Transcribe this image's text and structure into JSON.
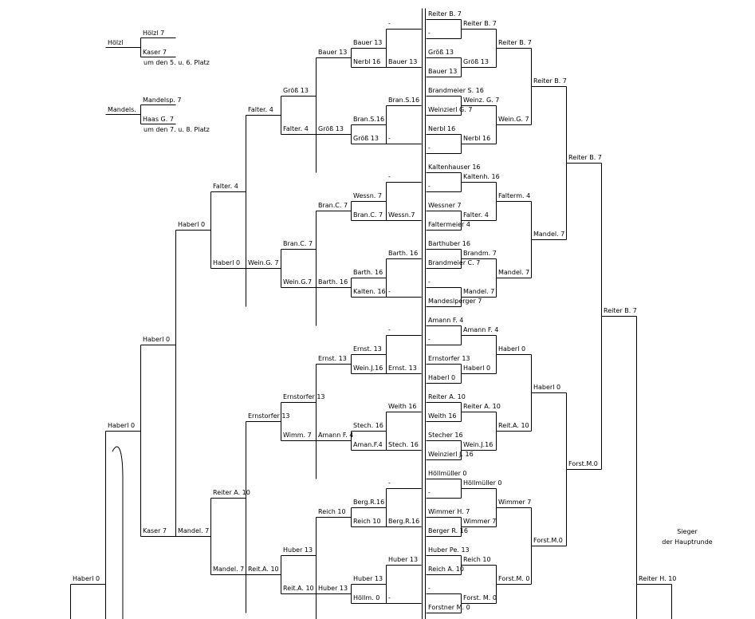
{
  "placement": {
    "p56_group": "Hölzl",
    "p56_a": "Hölzl 7",
    "p56_b": "Kaser 7",
    "p56_caption": "um den 5. u. 6. Platz",
    "p78_group": "Mandels.",
    "p78_a": "Mandelsp. 7",
    "p78_b": "Haas G. 7",
    "p78_caption": "um den 7. u. 8. Platz"
  },
  "left": {
    "r5_1": "-",
    "r5_2": "Bran.S.16",
    "r5_3": "-",
    "r5_4": "Barth. 16",
    "r5_5": "-",
    "r5_6": "Weith 16",
    "r5_7": "-",
    "r5_8": "Huber 13",
    "r4_1": "Bauer 13",
    "r4_2": "Nerbl 16",
    "r4_3": "Bran.S.16",
    "r4_4": "Größ 13",
    "r4_5": "Wessn. 7",
    "r4_6": "Bran.C. 7",
    "r4_7": "Barth. 16",
    "r4_8": "Kalten. 16",
    "r4_9": "Ernst. 13",
    "r4_10": "Wein.J.16",
    "r4_11": "Stech. 16",
    "r4_12": "Aman.F.4",
    "r4_13": "Berg.R.16",
    "r4_14": "Reich 10",
    "r4_15": "Huber 13",
    "r4_16": "Höllm. 0",
    "r4b_1": "Bauer 13",
    "r4b_2": "-",
    "r4b_3": "Wessn.7",
    "r4b_4": "-",
    "r4b_5": "Ernst. 13",
    "r4b_6": "Stech. 16",
    "r4b_7": "Berg.R.16",
    "r4b_8": "-",
    "r3_1": "Bauer 13",
    "r3_2": "Größ 13",
    "r3_3": "Bran.C. 7",
    "r3_4": "Barth. 16",
    "r3_5": "Ernst. 13",
    "r3_6": "Amann F. 4",
    "r3_7": "Reich 10",
    "r3_8": "Huber 13",
    "r2_1": "Größ 13",
    "r2_2": "Falter. 4",
    "r2_3": "Bran.C. 7",
    "r2_4": "Wein.G.7",
    "r2_5": "Ernstorfer 13",
    "r2_6": "Wimm. 7",
    "r2_7": "Huber 13",
    "r2_8": "Reit.A. 10",
    "r1_1": "Falter. 4",
    "r1_2": "Wein.G. 7",
    "r1_3": "Ernstorfer 13",
    "r1_4": "Reit.A. 10",
    "r0_1": "Falter. 4",
    "r0_2": "Haberl 0",
    "r0_3": "Reiter A. 10",
    "r0_4": "Mandel. 7",
    "s1_1": "Haberl 0",
    "s1_2": "Mandel. 7",
    "s2_1": "Haberl 0",
    "s2_2": "Kaser 7",
    "s3_1": "Haberl 0",
    "s4_1": "Haberl 0"
  },
  "right": {
    "c1_1": "Reiter B. 7",
    "c1_2": "-",
    "c1_3": "Größ 13",
    "c1_4": "Bauer 13",
    "c1_5": "Brandmeier S. 16",
    "c1_6": "Weinzierl G. 7",
    "c1_7": "Nerbl 16",
    "c1_8": "-",
    "c1_9": "Kaltenhauser 16",
    "c1_10": "-",
    "c1_11": "Wessner 7",
    "c1_12": "Faltermeier 4",
    "c1_13": "Barthuber 16",
    "c1_14": "Brandmeier C. 7",
    "c1_15": "-",
    "c1_16": "Mandeslperger 7",
    "c1_17": "Amann F. 4",
    "c1_18": "-",
    "c1_19": "Ernstorfer 13",
    "c1_20": "Haberl 0",
    "c1_21": "Reiter A. 10",
    "c1_22": "Weith 16",
    "c1_23": "Stecher 16",
    "c1_24": "Weinzierl J. 16",
    "c1_25": "Höllmüller 0",
    "c1_26": "-",
    "c1_27": "Wimmer H. 7",
    "c1_28": "Berger R. 16",
    "c1_29": "Huber Pe. 13",
    "c1_30": "Reich A. 10",
    "c1_31": "-",
    "c1_32": "Forstner M. 0",
    "c2_1": "Reiter B. 7",
    "c2_2": "Größ 13",
    "c2_3": "Weinz. G. 7",
    "c2_4": "Nerbl 16",
    "c2_5": "Kaltenh. 16",
    "c2_6": "Falter. 4",
    "c2_7": "Brandm. 7",
    "c2_8": "Mandel. 7",
    "c2_9": "Amann F. 4",
    "c2_10": "Haberl 0",
    "c2_11": "Reiter A. 10",
    "c2_12": "Wein.J.16",
    "c2_13": "Höllmüller 0",
    "c2_14": "Wimmer 7",
    "c2_15": "Reich 10",
    "c2_16": "Forst. M. 0",
    "c3_1": "Reiter B. 7",
    "c3_2": "Wein.G. 7",
    "c3_3": "Falterm. 4",
    "c3_4": "Mandel. 7",
    "c3_5": "Haberl 0",
    "c3_6": "Reit.A. 10",
    "c3_7": "Wimmer 7",
    "c3_8": "Forst.M. 0",
    "c4_1": "Reiter B. 7",
    "c4_2": "Mandel. 7",
    "c4_3": "Haberl 0",
    "c4_4": "Forst.M.0",
    "c5_1": "Reiter B. 7",
    "c5_2": "Forst.M.0",
    "c6_1": "Reiter B. 7",
    "c7_1": "Reiter H. 10",
    "winner_caption_1": "Sieger",
    "winner_caption_2": "der Hauptrunde"
  }
}
